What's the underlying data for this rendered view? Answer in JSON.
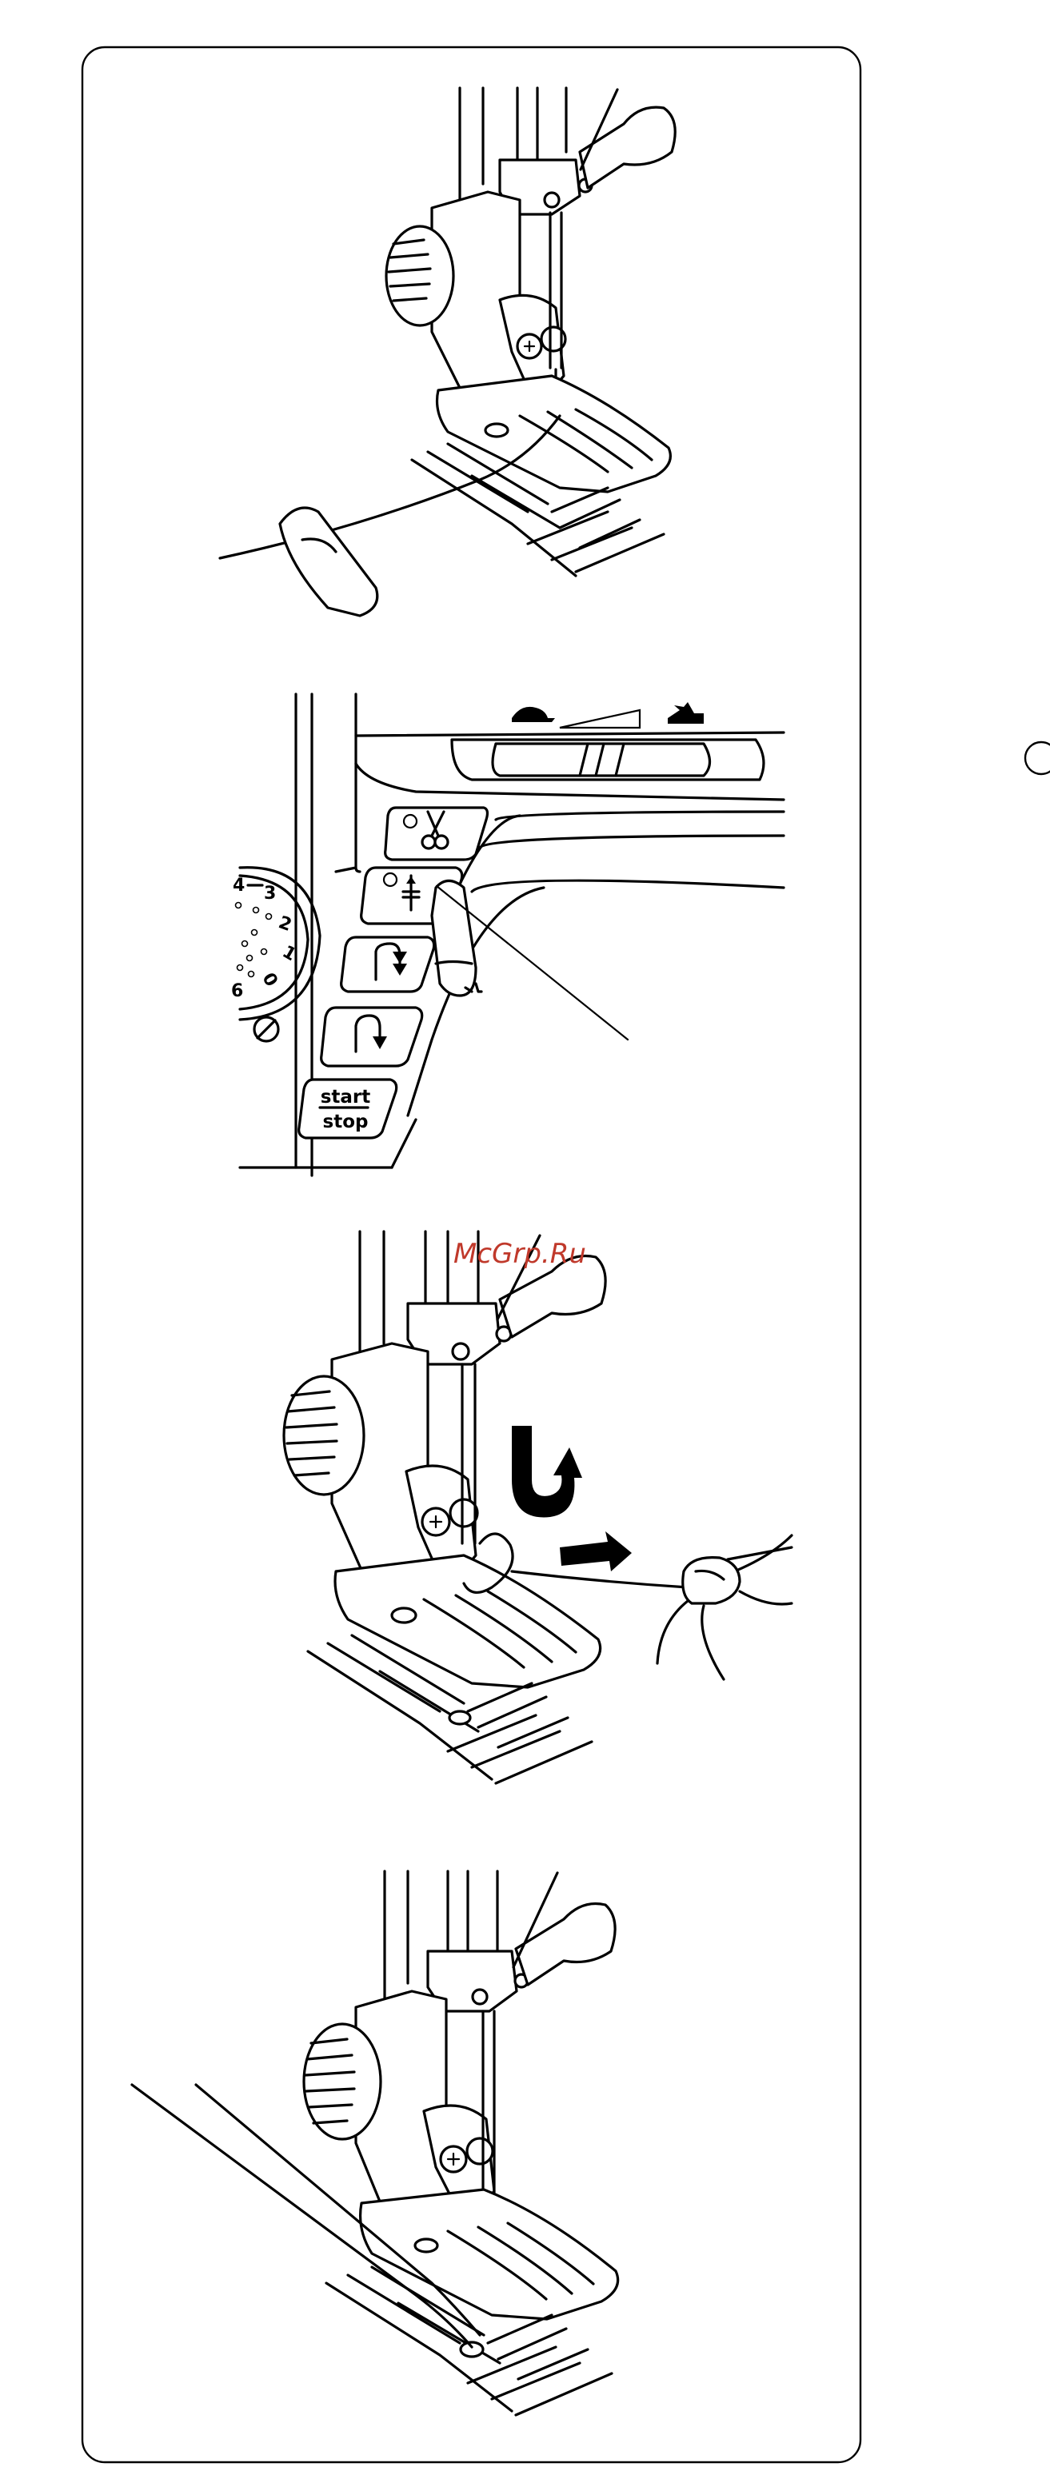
{
  "panel": {
    "controls": {
      "start_stop_line1": "start",
      "start_stop_line2": "stop",
      "dial_numbers": [
        "4",
        "3",
        "2",
        "1",
        "0",
        "6"
      ]
    }
  },
  "watermark": "McGrp.Ru"
}
